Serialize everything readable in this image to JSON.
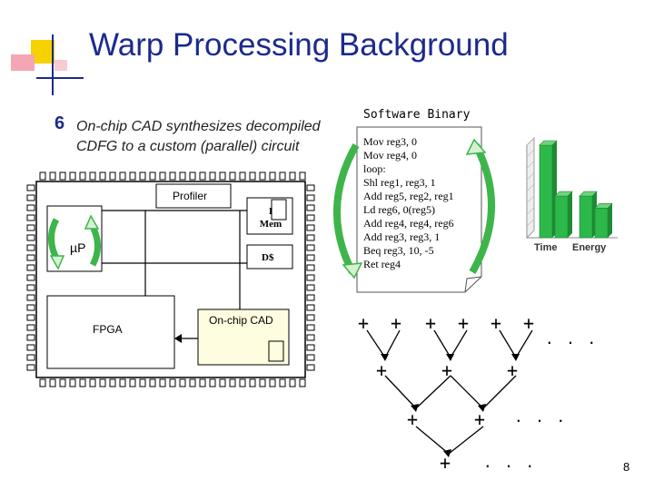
{
  "slide": {
    "title": "Warp Processing Background",
    "bullet_number": "6",
    "bullet_line1_a": "On-chip CAD ",
    "bullet_line1_b": "synthesizes",
    "bullet_line1_c": " decompiled",
    "bullet_line2": "CDFG to a custom (parallel) circuit",
    "page_number": "8"
  },
  "diagram": {
    "profiler": "Profiler",
    "microprocessor": "µP",
    "imem_line1": "I",
    "imem_line2": "Mem",
    "dcache": "D$",
    "fpga": "FPGA",
    "onchip_cad": "On-chip CAD"
  },
  "software_binary": {
    "title": "Software Binary",
    "code": [
      "Mov reg3, 0",
      "Mov reg4, 0",
      "loop:",
      "Shl reg1, reg3, 1",
      "Add reg5, reg2, reg1",
      "Ld reg6, 0(reg5)",
      "Add reg4, reg4, reg6",
      "Add reg3, reg3, 1",
      "Beq reg3, 10, -5",
      "Ret reg4"
    ]
  },
  "chart_data": {
    "type": "bar",
    "categories": [
      "Time",
      "Energy"
    ],
    "series": [
      {
        "values": [
          1.0,
          0.45
        ]
      },
      {
        "values": [
          0.45,
          0.32
        ]
      }
    ],
    "colors": {
      "bar": "#2db84a",
      "bar_dark": "#1e8a34",
      "axis": "#888888"
    }
  },
  "adder_tree": {
    "plus": "+",
    "ellipsis": ". . ."
  },
  "colors": {
    "title": "#1c2a8c",
    "logo_yellow": "#f5d200",
    "logo_pink": "#f4a6b4",
    "logo_blue": "#1c2a8c",
    "cad_fill": "#fffde0",
    "arrow_green": "#3eb54a",
    "arrow_fill": "#d7f0d2"
  }
}
